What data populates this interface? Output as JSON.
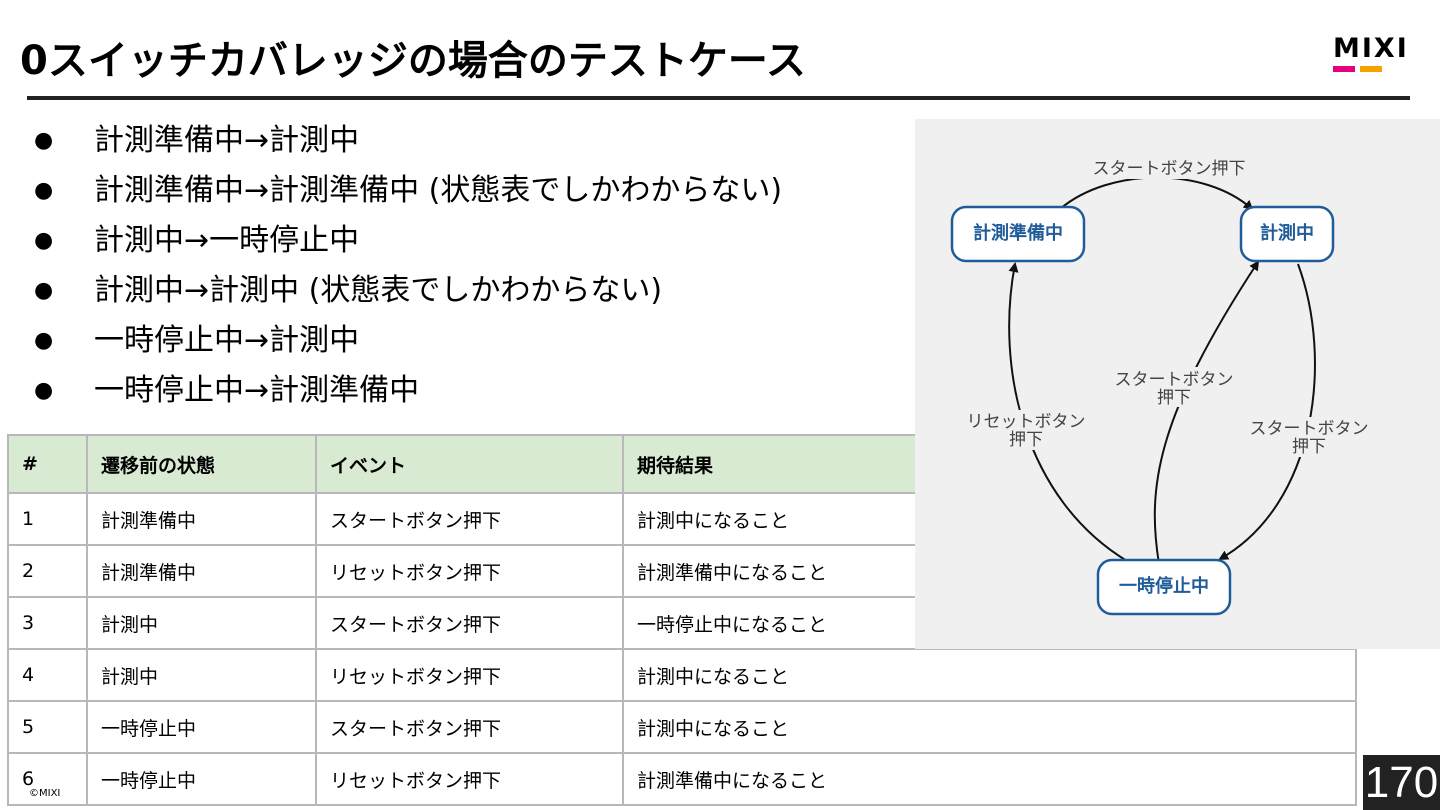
{
  "slide": {
    "title": "0スイッチカバレッジの場合のテストケース",
    "logo": "MIXI",
    "copyright": "©MIXI",
    "page_number": "170",
    "colors": {
      "logo_magenta": "#e4007f",
      "logo_orange": "#f5a200",
      "header_green": "#d9ead3",
      "node_border": "#1f5c99"
    }
  },
  "bullets": [
    "計測準備中→計測中",
    "計測準備中→計測準備中 (状態表でしかわからない)",
    "計測中→一時停止中",
    "計測中→計測中 (状態表でしかわからない)",
    "一時停止中→計測中",
    "一時停止中→計測準備中"
  ],
  "table": {
    "headers": [
      "#",
      "遷移前の状態",
      "イベント",
      "期待結果"
    ],
    "rows": [
      [
        "1",
        "計測準備中",
        "スタートボタン押下",
        "計測中になること"
      ],
      [
        "2",
        "計測準備中",
        "リセットボタン押下",
        "計測準備中になること"
      ],
      [
        "3",
        "計測中",
        "スタートボタン押下",
        "一時停止中になること"
      ],
      [
        "4",
        "計測中",
        "リセットボタン押下",
        "計測中になること"
      ],
      [
        "5",
        "一時停止中",
        "スタートボタン押下",
        "計測中になること"
      ],
      [
        "6",
        "一時停止中",
        "リセットボタン押下",
        "計測準備中になること"
      ]
    ]
  },
  "diagram": {
    "nodes": {
      "ready": "計測準備中",
      "measuring": "計測中",
      "paused": "一時停止中"
    },
    "edges": {
      "ready_to_measuring": "スタートボタン押下",
      "paused_to_measuring_1": "スタートボタン",
      "paused_to_measuring_2": "押下",
      "measuring_to_paused_1": "スタートボタン",
      "measuring_to_paused_2": "押下",
      "paused_to_ready_1": "リセットボタン",
      "paused_to_ready_2": "押下"
    }
  }
}
